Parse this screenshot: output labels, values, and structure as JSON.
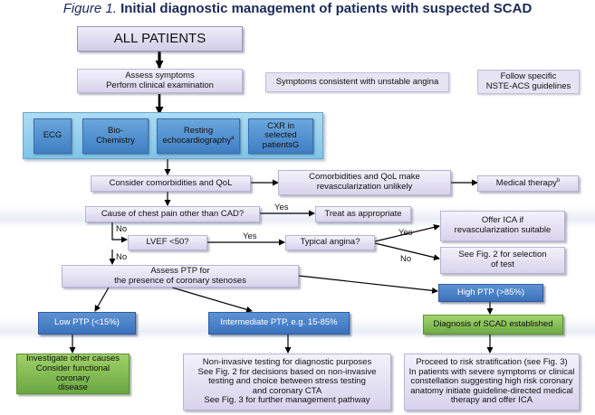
{
  "title": {
    "figure_label": "Figure 1.",
    "text": "Initial diagnostic management of patients with suspected SCAD"
  },
  "nodes": {
    "all_patients": "ALL PATIENTS",
    "assess_symptoms": [
      "Assess symptoms",
      "Perform clinical examination"
    ],
    "unstable_angina": "Symptoms consistent with unstable angina",
    "nste_acs": [
      "Follow specific",
      "NSTE-ACS guidelines"
    ],
    "tests": {
      "ecg": "ECG",
      "biochem": [
        "Bio-",
        "Chemistry"
      ],
      "echo": [
        "Resting",
        "echocardiography"
      ],
      "echo_sup": "a",
      "cxr": [
        "CXR in",
        "selected",
        "patientsG"
      ]
    },
    "comorbidities": "Consider comorbidities and QoL",
    "revasc_unlikely": [
      "Comorbidities and QoL make",
      "revascularization unlikely"
    ],
    "medical_therapy": "Medical therapy",
    "medical_therapy_sup": "b",
    "chest_pain": "Cause of chest pain other than CAD?",
    "treat": "Treat as appropriate",
    "lvef": "LVEF <50?",
    "typical_angina": "Typical angina?",
    "offer_ica": [
      "Offer ICA if",
      "revascularization suitable"
    ],
    "see_fig2_select": [
      "See Fig. 2 for selection",
      "of test"
    ],
    "assess_ptp": [
      "Assess PTP for",
      "the presence of coronary stenoses"
    ],
    "high_ptp": "High PTP (>85%)",
    "low_ptp": "Low PTP (<15%)",
    "intermediate_ptp": "Intermediate PTP, e.g. 15-85%",
    "diagnosis": "Diagnosis of SCAD established",
    "investigate": [
      "Investigate other causes",
      "Consider functional coronary",
      "disease"
    ],
    "noninvasive": [
      "Non-invasive testing for diagnostic purposes",
      "See Fig. 2 for decisions based on non-invasive",
      "testing and choice between stress testing",
      "and coronary CTA",
      "See Fig. 3 for further management pathway"
    ],
    "risk_strat": [
      "Proceed to risk stratification (see Fig. 3)",
      "In patients with severe symptoms or clinical",
      "constellation suggesting high risk coronary",
      "anatomy initiate guideline-directed medical",
      "therapy and offer ICA"
    ]
  },
  "edge_labels": {
    "yes_chest": "Yes",
    "no_chest": "No",
    "yes_lvef": "Yes",
    "no_lvef": "No",
    "yes_angina": "Yes",
    "no_angina": "No"
  },
  "colors": {
    "title": "#1a2a57",
    "box_lavender": "#ddd8ee",
    "tests_panel": "#8fcbea",
    "test_box": "#4f8ed0",
    "ptp_blue": "#4a80c6",
    "green": "#7fb852",
    "arrow": "#000000"
  }
}
